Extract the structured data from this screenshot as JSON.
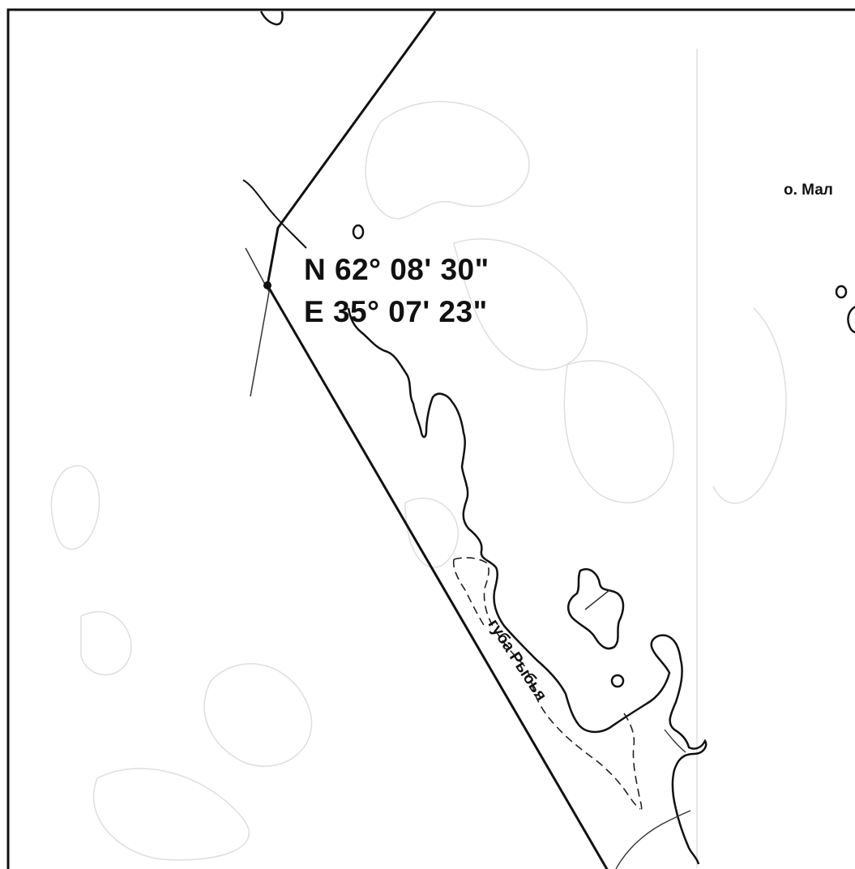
{
  "map": {
    "coordinates": {
      "latitude": "N 62° 08' 30\"",
      "longitude": "E 35° 07' 23\""
    },
    "labels": {
      "island": "о. Мал",
      "bay": "губа Рыбья"
    },
    "colors": {
      "line": "#111111",
      "background": "#ffffff",
      "faint_detail": "#dcdcdc"
    }
  }
}
